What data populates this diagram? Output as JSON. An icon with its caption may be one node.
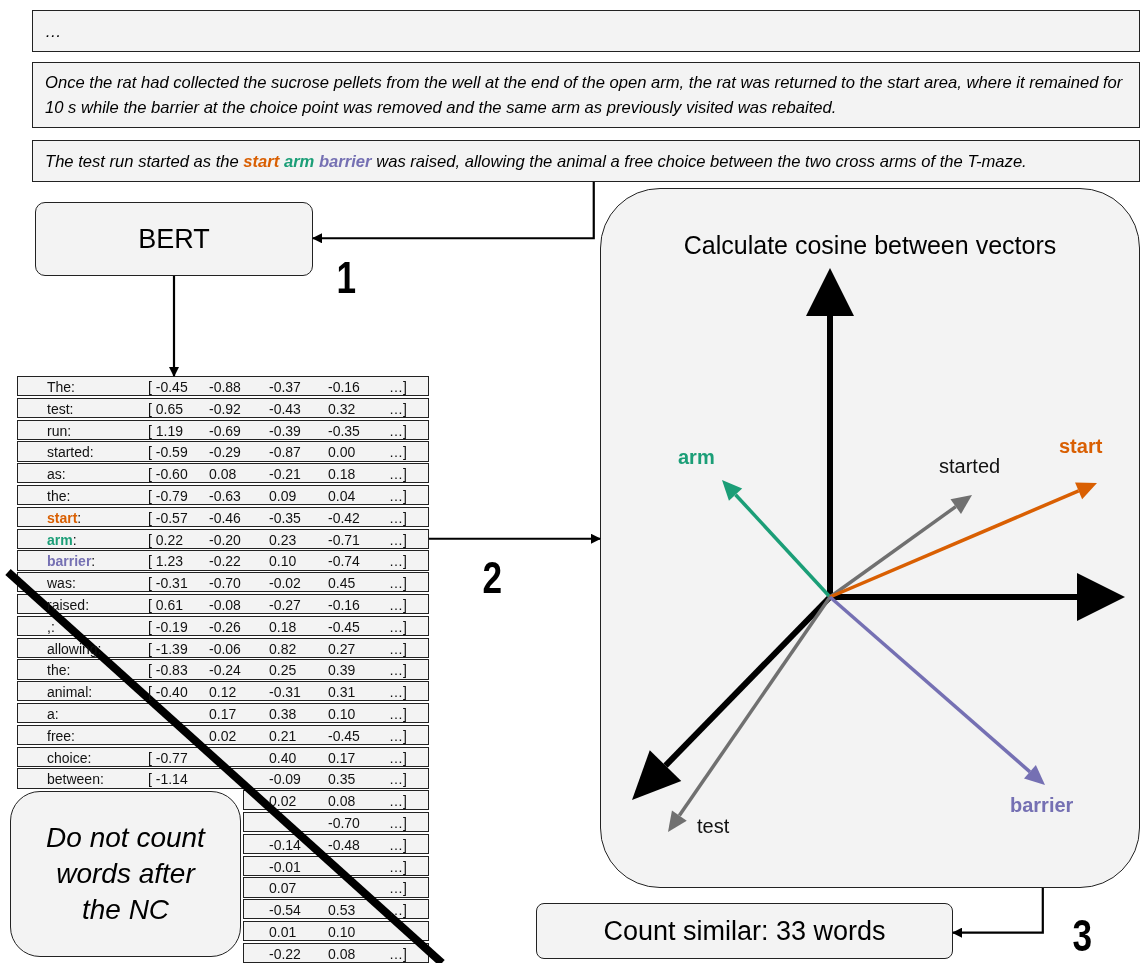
{
  "diagram": {
    "nodes": [
      {
        "text": [
          "…"
        ]
      },
      {
        "text": [
          "Once the rat had collected the sucrose pellets from the well at the end of the open arm, the rat was returned to the start area, where it remained for 10 s while the barrier at the choice point was removed and the same arm as previously visited was rebaited."
        ]
      },
      {
        "text": [
          "The test run started as the **start** **arm** **barrier** was raised, allowing the animal a free choice between the two cross arms of the T-maze."
        ]
      },
      {
        "text": [
          "BERT"
        ]
      },
      {
        "text": [
          "Calculate cosine between vectors"
        ]
      },
      {
        "text": [
          "Count similar: 33 words"
        ]
      },
      {
        "text": [
          "Do not count words after the NC"
        ]
      },
      {
        "text": [
          "The:",
          "[ -0.45",
          "-0.88",
          "-0.37",
          "-0.16",
          "…]"
        ]
      },
      {
        "text": [
          "test:",
          "[ 0.65",
          "-0.92",
          "-0.43",
          "0.32",
          "…]"
        ]
      },
      {
        "text": [
          "run:",
          "[ 1.19",
          "-0.69",
          "-0.39",
          "-0.35",
          "…]"
        ]
      },
      {
        "text": [
          "started:",
          "[ -0.59",
          "-0.29",
          "-0.87",
          "0.00",
          "…]"
        ]
      },
      {
        "text": [
          "as:",
          "[ -0.60",
          "0.08",
          "-0.21",
          "0.18",
          "…]"
        ]
      },
      {
        "text": [
          "the:",
          "[ -0.79",
          "-0.63",
          "0.09",
          "0.04",
          "…]"
        ]
      },
      {
        "text": [
          "**start**:",
          "[ -0.57",
          "-0.46",
          "-0.35",
          "-0.42",
          "…]"
        ]
      },
      {
        "text": [
          "**arm**:",
          "[ 0.22",
          "-0.20",
          "0.23",
          "-0.71",
          "…]"
        ]
      },
      {
        "text": [
          "**barrier**:",
          "[ 1.23",
          "-0.22",
          "0.10",
          "-0.74",
          "…]"
        ]
      },
      {
        "text": [
          "was:",
          "[ -0.31",
          "-0.70",
          "-0.02",
          "0.45",
          "…]"
        ]
      },
      {
        "text": [
          "raised:",
          "[ 0.61",
          "-0.08",
          "-0.27",
          "-0.16",
          "…]"
        ]
      },
      {
        "text": [
          ",:",
          "[ -0.19",
          "-0.26",
          "0.18",
          "-0.45",
          "…]"
        ]
      },
      {
        "text": [
          "allowing:",
          "[ -1.39",
          "-0.06",
          "0.82",
          "0.27",
          "…]"
        ]
      },
      {
        "text": [
          "the:",
          "[ -0.83",
          "-0.24",
          "0.25",
          "0.39",
          "…]"
        ]
      },
      {
        "text": [
          "animal:",
          "[ -0.40",
          "0.12",
          "-0.31",
          "0.31",
          "…]"
        ]
      },
      {
        "text": [
          "a:",
          "0.17",
          "0.38",
          "0.10",
          "…]"
        ]
      },
      {
        "text": [
          "free:",
          "0.02",
          "0.21",
          "-0.45",
          "…]"
        ]
      },
      {
        "text": [
          "choice:",
          "[ -0.77",
          "0.40",
          "0.17",
          "…]"
        ]
      },
      {
        "text": [
          "between:",
          "[ -1.14",
          "-0.09",
          "0.35",
          "…]"
        ]
      },
      {
        "text": [
          "0.02",
          "0.08",
          "…]"
        ]
      },
      {
        "text": [
          "-0.70",
          "…]"
        ]
      },
      {
        "text": [
          "-0.14",
          "-0.48",
          "…]"
        ]
      },
      {
        "text": [
          "-0.01",
          "…]"
        ]
      },
      {
        "text": [
          "0.07",
          "…]"
        ]
      },
      {
        "text": [
          "-0.54",
          "0.53",
          "…]"
        ]
      },
      {
        "text": [
          "0.01",
          "0.10"
        ]
      },
      {
        "text": [
          "-0.22",
          "0.08",
          "…]"
        ]
      }
    ],
    "edges": [
      {
        "from": 2,
        "to": 3,
        "arrow": "to",
        "label": "1"
      },
      {
        "from": 3,
        "to": 7,
        "arrow": "to"
      },
      {
        "from": 14,
        "to": 4,
        "arrow": "to",
        "label": "2"
      },
      {
        "from": 4,
        "to": 5,
        "arrow": "to",
        "label": "3"
      }
    ],
    "labels": [
      "arm",
      "started",
      "start",
      "test",
      "barrier"
    ]
  }
}
